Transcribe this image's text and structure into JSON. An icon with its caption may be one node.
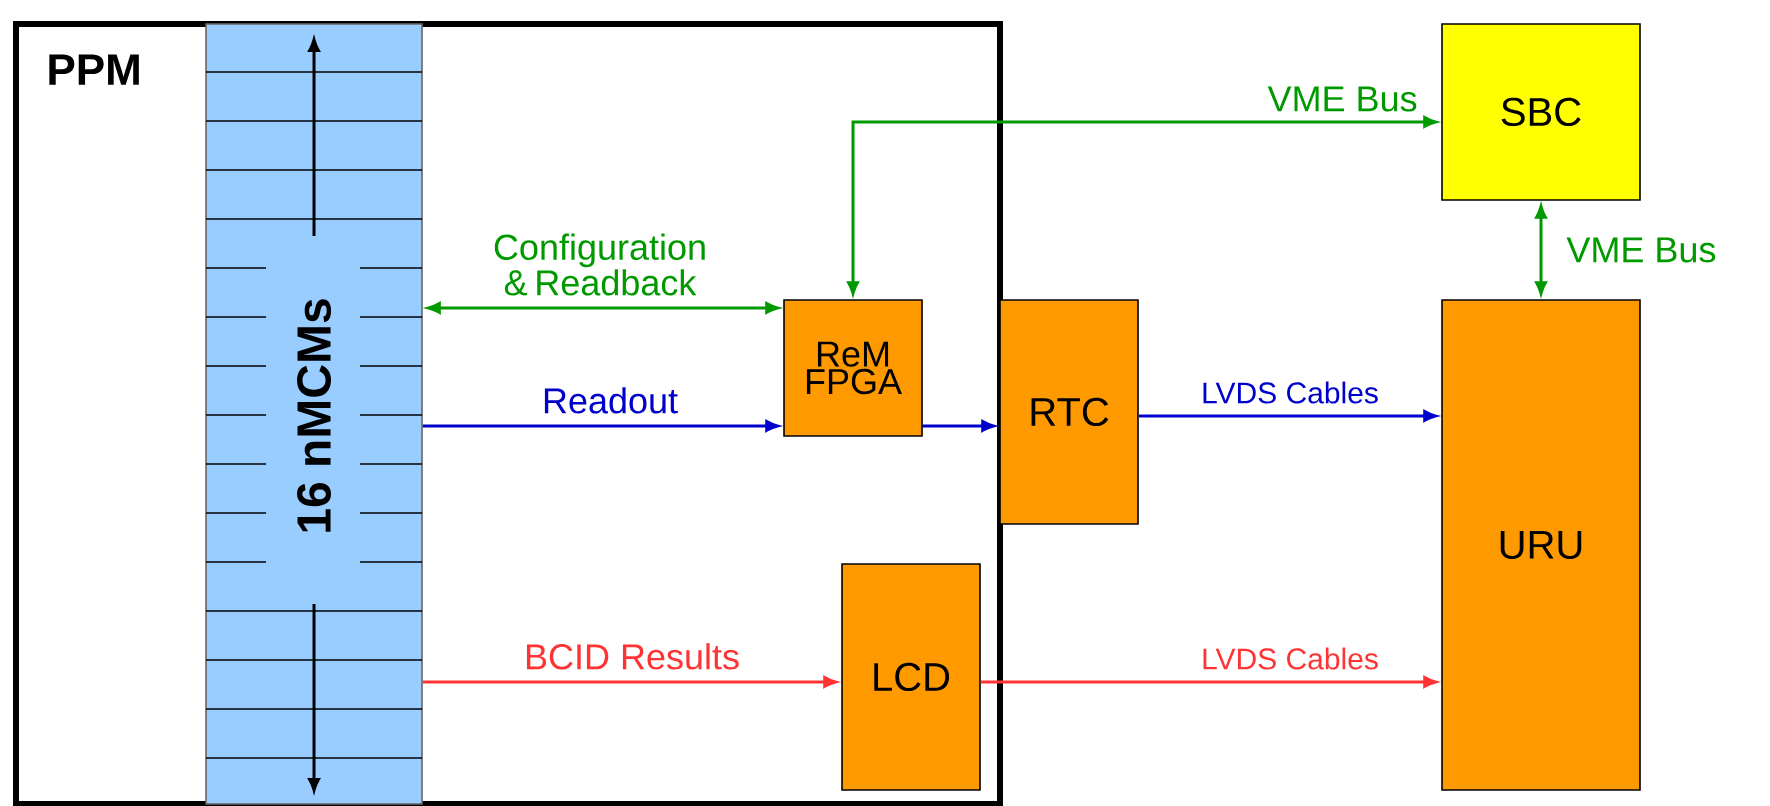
{
  "diagram": {
    "nodes": [
      {
        "text": [
          "PPM"
        ]
      },
      {
        "text": [
          "16 nMCMs"
        ],
        "in": 0
      },
      {
        "text": [
          "ReM FPGA"
        ],
        "in": 0
      },
      {
        "text": [
          "LCD"
        ],
        "in": 0
      },
      {
        "text": [
          "RTC"
        ]
      },
      {
        "text": [
          "SBC"
        ]
      },
      {
        "text": [
          "URU"
        ]
      }
    ],
    "edges": [
      {
        "from": 1,
        "to": 2,
        "arrow": "both",
        "label": "Configuration & Readback",
        "color": "#009900"
      },
      {
        "from": 1,
        "to": 2,
        "arrow": "to",
        "label": "Readout",
        "color": "#0000cc"
      },
      {
        "from": 2,
        "to": 4,
        "arrow": "to",
        "color": "#0000cc"
      },
      {
        "from": 4,
        "to": 6,
        "arrow": "to",
        "label": "LVDS Cables",
        "color": "#0000cc"
      },
      {
        "from": 1,
        "to": 3,
        "arrow": "to",
        "label": "BCID Results",
        "color": "#ff3333"
      },
      {
        "from": 3,
        "to": 6,
        "arrow": "to",
        "label": "LVDS Cables",
        "color": "#ff3333"
      },
      {
        "from": 5,
        "to": 2,
        "arrow": "both",
        "label": "VME Bus",
        "color": "#009900"
      },
      {
        "from": 5,
        "to": 6,
        "arrow": "both",
        "label": "VME Bus",
        "color": "#009900"
      }
    ]
  }
}
